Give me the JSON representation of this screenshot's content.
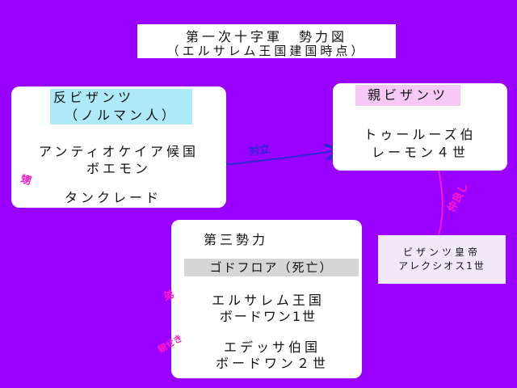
{
  "title": {
    "line1": "第一次十字軍　勢力図",
    "line2": "（エルサレム王国建国時点）"
  },
  "anti": {
    "label_line1": "反ビザンツ",
    "label_line2": "（ノルマン人）",
    "person1_line1": "アンティオケイア候国",
    "person1_line2": "ボエモン",
    "person2": "タンクレード",
    "relation": "甥"
  },
  "pro": {
    "label": "親ビザンツ",
    "person_line1": "トゥールーズ伯",
    "person_line2": "レーモン４世"
  },
  "third": {
    "label": "第三勢力",
    "person1": "ゴドフロア（死亡）",
    "person2_line1": "エルサレム王国",
    "person2_line2": "ボードワン1世",
    "person3_line1": "エデッサ伯国",
    "person3_line2": "ボードワン２世",
    "relation1": "弟",
    "relation2": "親せき"
  },
  "emperor": {
    "line1": "ビザンツ皇帝",
    "line2": "アレクシオス1世"
  },
  "relations": {
    "rivalry": "対立",
    "friendly": "仲良し"
  },
  "colors": {
    "background": "#9a00ff",
    "rivalry_arrow": "#2a2ad0",
    "relation_arrow": "#ff18c8"
  }
}
